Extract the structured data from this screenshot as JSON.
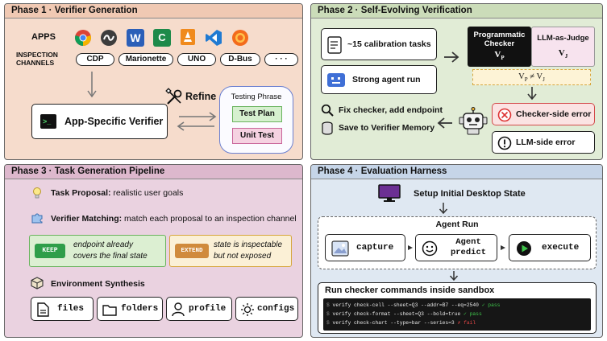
{
  "phase1": {
    "title": "Phase 1 · Verifier Generation",
    "apps_label": "APPS",
    "channels_label_1": "INSPECTION",
    "channels_label_2": "CHANNELS",
    "channels": [
      "CDP",
      "Marionette",
      "UNO",
      "D-Bus",
      "· · ·"
    ],
    "app_icons": [
      "chrome-icon",
      "app-swirl-icon",
      "word-icon",
      "calc-icon",
      "vlc-icon",
      "vscode-icon",
      "thunderbird-icon"
    ],
    "word_letter": "W",
    "calc_letter": "C",
    "refine_label": "Refine",
    "verifier_label": "App-Specific Verifier",
    "testing_phrase": "Testing Phrase",
    "test_plan": "Test Plan",
    "unit_test": "Unit Test"
  },
  "phase2": {
    "title": "Phase 2 · Self-Evolving Verification",
    "calibration": "~15 calibration tasks",
    "strong_run": "Strong agent run",
    "programmatic_1": "Programmatic",
    "programmatic_2": "Checker",
    "vp": "V",
    "vp_sub": "P",
    "llm_judge": "LLM-as-Judge",
    "vj": "V",
    "vj_sub": "J",
    "neq_expr": "V",
    "neq_sym": "≠",
    "fix_checker": "Fix checker, add endpoint",
    "save_memory": "Save to Verifier Memory",
    "checker_error": "Checker-side error",
    "llm_error": "LLM-side error"
  },
  "phase3": {
    "title": "Phase 3 · Task Generation Pipeline",
    "proposal_bold": "Task Proposal:",
    "proposal_rest": " realistic user goals",
    "matching_bold": "Verifier Matching:",
    "matching_rest": " match each proposal to an inspection channel",
    "keep_badge": "KEEP",
    "keep_text_1": "endpoint already",
    "keep_text_2": "covers the final state",
    "extend_badge": "EXTEND",
    "extend_text_1": "state is inspectable",
    "extend_text_2": "but not exposed",
    "env_synthesis": "Environment Synthesis",
    "env_items": [
      "files",
      "folders",
      "profile",
      "configs"
    ]
  },
  "phase4": {
    "title": "Phase 4 · Evaluation Harness",
    "setup": "Setup Initial Desktop State",
    "agent_run": "Agent Run",
    "capture": "capture",
    "predict_1": "Agent",
    "predict_2": "predict",
    "execute": "execute",
    "run_checker": "Run checker commands inside sandbox",
    "commands": [
      {
        "prompt": "$",
        "cmd": " verify check-cell --sheet=Q3 --addr=B7 --eq=2540 ",
        "mark": "✓",
        "status": " pass"
      },
      {
        "prompt": "$",
        "cmd": " verify check-format --sheet=Q3 --bold=true ",
        "mark": "✓",
        "status": " pass"
      },
      {
        "prompt": "$",
        "cmd": " verify check-chart --type=bar --series=3 ",
        "mark": "✗",
        "status": " fail"
      }
    ]
  },
  "colors": {
    "phase1_bg": "#f6dccc",
    "phase2_bg": "#e1ecd6",
    "phase3_bg": "#ead2e0",
    "phase4_bg": "#dfe8f2",
    "pass_green": "#3ec24a",
    "fail_red": "#e04545",
    "keep_green": "#2f9e4a",
    "extend_orange": "#d08a3c"
  }
}
